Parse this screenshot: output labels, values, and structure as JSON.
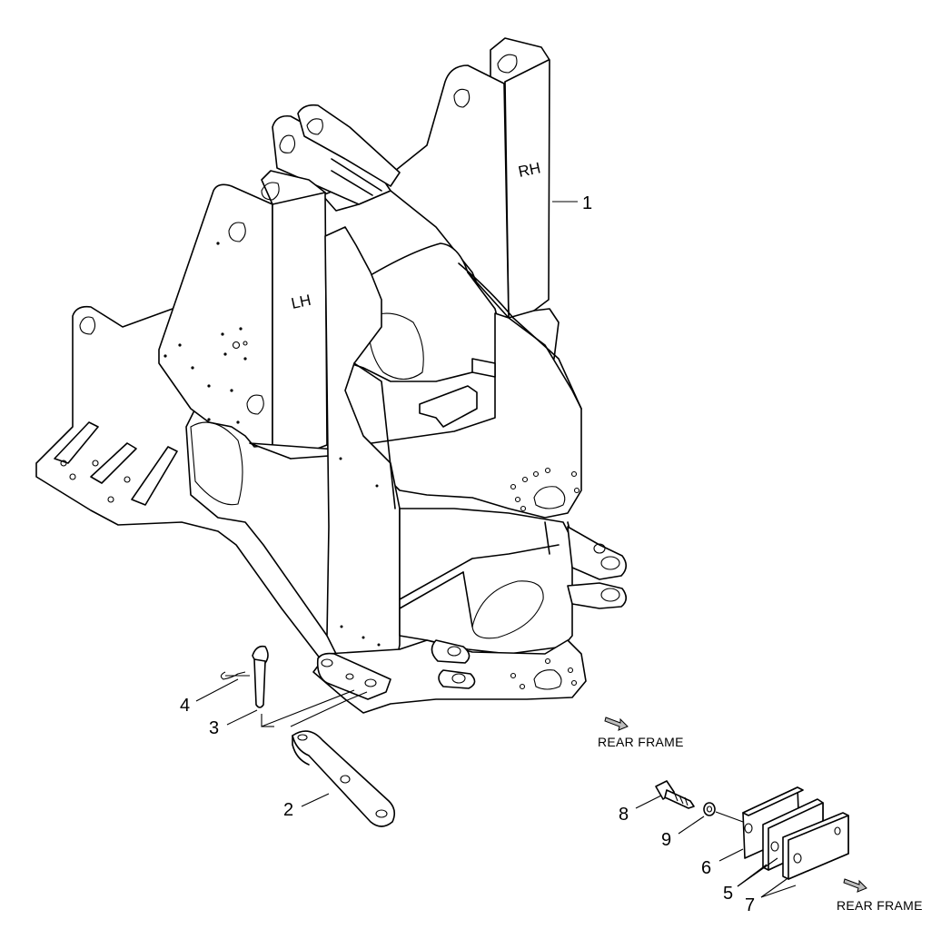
{
  "side_labels": {
    "lh": "LH",
    "rh": "RH"
  },
  "callouts": {
    "c1": "1",
    "c2": "2",
    "c3": "3",
    "c4": "4",
    "c5": "5",
    "c6": "6",
    "c7": "7",
    "c8": "8",
    "c9": "9"
  },
  "direction_labels": {
    "rear_frame_1": "REAR FRAME",
    "rear_frame_2": "REAR FRAME"
  },
  "icons": {
    "direction_arrow": "direction-arrow-icon"
  },
  "colors": {
    "line": "#000000",
    "background": "#ffffff",
    "arrow_fill": "#bdbdbd"
  }
}
